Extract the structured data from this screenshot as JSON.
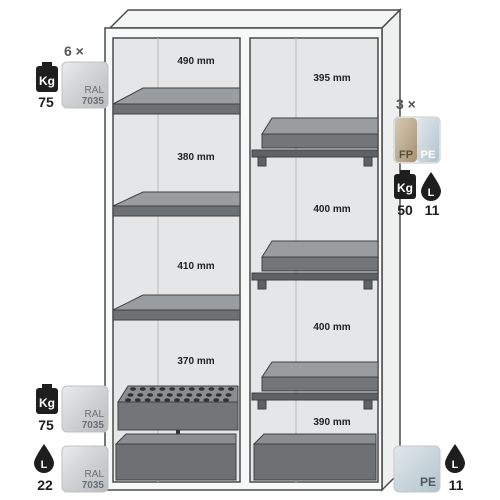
{
  "left_column": {
    "shelf_badge": {
      "count": "6 ×",
      "weight_unit": "Kg",
      "weight_value": "75",
      "swatch_label": "RAL",
      "swatch_code": "7035"
    },
    "tray_badge": {
      "weight_unit": "Kg",
      "weight_value": "75",
      "swatch_label": "RAL",
      "swatch_code": "7035"
    },
    "sump_badge": {
      "volume_unit": "L",
      "volume_value": "22",
      "swatch_label": "RAL",
      "swatch_code": "7035"
    }
  },
  "right_column": {
    "insert_badge": {
      "count": "3 ×",
      "material_fp": "FP",
      "material_pe": "PE",
      "weight_unit": "Kg",
      "weight_value": "50",
      "volume_unit": "L",
      "volume_value": "11"
    },
    "bottom_badge": {
      "material_pe": "PE",
      "volume_unit": "L",
      "volume_value": "11"
    }
  },
  "cabinet": {
    "left_bay_heights": [
      "490 mm",
      "380 mm",
      "410 mm",
      "370 mm"
    ],
    "right_bay_heights": [
      "395 mm",
      "400 mm",
      "400 mm",
      "390 mm"
    ]
  },
  "colors": {
    "outline": "#4a4a4a",
    "interior": "#e4e6e7",
    "shelf": "#6e7173",
    "shelf_dark": "#4d5052",
    "swatch_gray": "#cfd2d3",
    "pe_blue": "#c8d4db",
    "fp_tan": "#b9a98e"
  }
}
